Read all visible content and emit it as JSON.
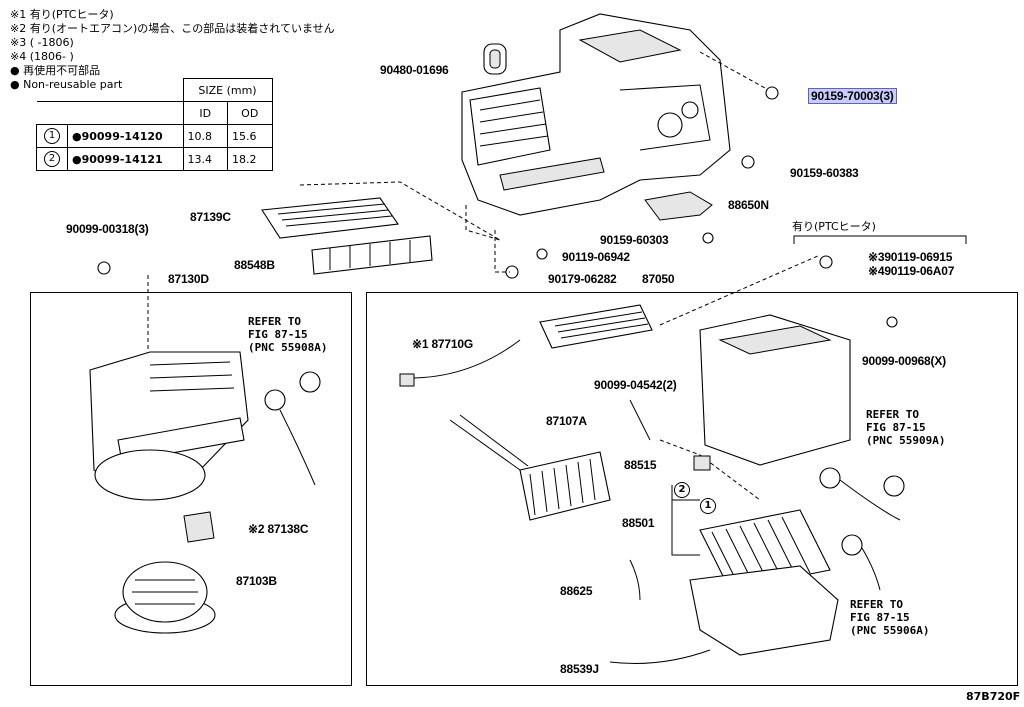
{
  "notes": [
    "※1 有り(PTCヒータ)",
    "※2 有り(オートエアコン)の場合、この部品は装着されていません",
    "※3 (      -1806)",
    "※4 (1806-      )",
    "● 再使用不可部品",
    "● Non-reusable part"
  ],
  "size_table": {
    "header": "SIZE (mm)",
    "cols": [
      "ID",
      "OD"
    ],
    "rows": [
      {
        "no": "1",
        "part": "●90099-14120",
        "id": "10.8",
        "od": "15.6"
      },
      {
        "no": "2",
        "part": "●90099-14121",
        "id": "13.4",
        "od": "18.2"
      }
    ]
  },
  "parts": {
    "p90480": "90480-01696",
    "p90159_70003": "90159-70003(3)",
    "p90159_60383": "90159-60383",
    "p88650n": "88650N",
    "p90159_60303": "90159-60303",
    "p90119_06942": "90119-06942",
    "p90179_06282": "90179-06282",
    "p87139c": "87139C",
    "p88548b": "88548B",
    "p90099_00318": "90099-00318(3)",
    "p87130d": "87130D",
    "p87050": "87050",
    "ptc_label": "有り(PTCヒータ)",
    "p90119_06915": "※390119-06915",
    "p90119_06a07": "※490119-06A07",
    "p87710g": "※1 87710G",
    "p90099_00968": "90099-00968(X)",
    "p90099_04542": "90099-04542(2)",
    "p87107a": "87107A",
    "p88515": "88515",
    "p88501": "88501",
    "p88625": "88625",
    "p88539j": "88539J",
    "p87138c": "※2 87138C",
    "p87103b": "87103B",
    "circle1": "1",
    "circle2": "2"
  },
  "refs": {
    "r55908": "REFER TO\nFIG 87-15\n(PNC 55908A)",
    "r55909": "REFER TO\nFIG 87-15\n(PNC 55909A)",
    "r55906": "REFER TO\nFIG 87-15\n(PNC 55906A)"
  },
  "figure_code": "87B720F"
}
